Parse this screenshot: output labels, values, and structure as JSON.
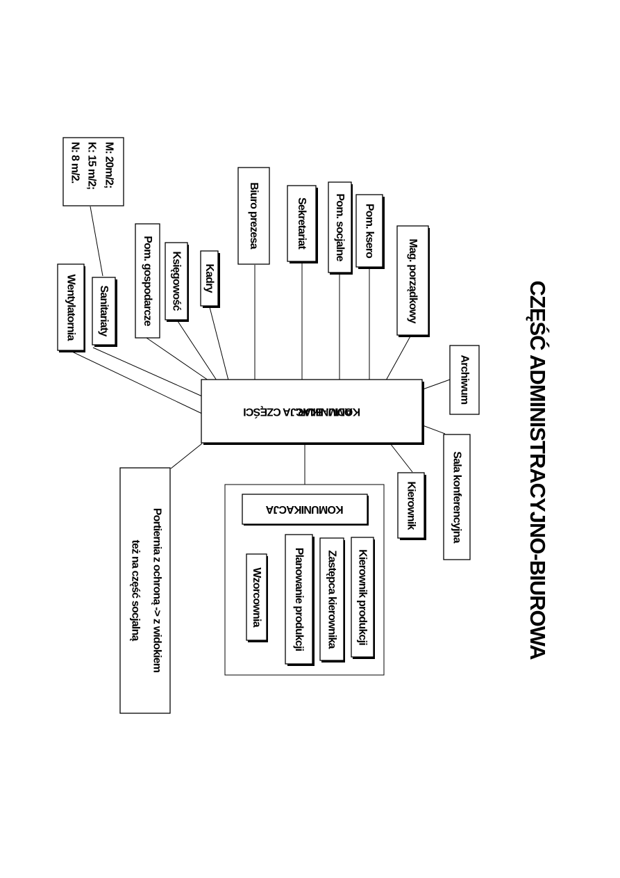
{
  "title": "CZĘŚĆ ADMINISTRACYJNO-BIUROWA",
  "hub": {
    "line1": "KOMUNIKACJA CZĘŚCI",
    "line2": "ADM.-BIUR."
  },
  "rooms": {
    "mag_porzadkowy": "Mag. porządkowy",
    "pom_ksero": "Pom. ksero",
    "pom_socjalne": "Pom. socjalne",
    "sekretariat": "Sekretariat",
    "biuro_prezesa": "Biuro prezesa",
    "kadry": "Kadry",
    "ksiegowosc": "Księgowość",
    "pom_gospodarcze": "Pom. gospodarcze",
    "sanitariaty": "Sanitariaty",
    "wentylatornia": "Wentylatornia",
    "archiwum": "Archiwum",
    "sala_konferencyjna": "Sala konferencyjna",
    "kierownik": "Kierownik"
  },
  "sanitary_note": {
    "line1": "M: 20m/2;",
    "line2": "K: 15 m/2;",
    "line3": "N: 8 m/2."
  },
  "porter": {
    "line1": "Portiernia z ochroną -> z widokiem",
    "line2": "też na część socjalną"
  },
  "production_group": {
    "hub": "KOMUNIKACJA",
    "kierownik_produkcji": "Kierownik produkcji",
    "zastepca_kierownika": "Zastępca kierownika",
    "planowanie_produkcji": "Planowanie produkcji",
    "wzorcownia": "Wzorcownia"
  }
}
